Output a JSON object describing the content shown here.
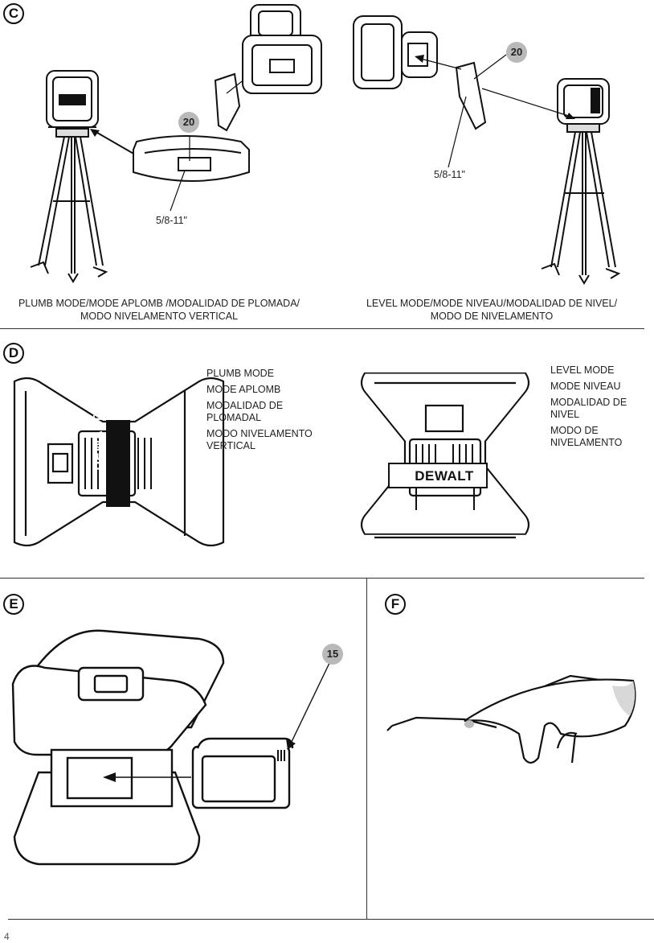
{
  "sections": {
    "c": {
      "badge": "C",
      "callout_left": "20",
      "callout_right": "20",
      "thread_left": "5/8-11\"",
      "thread_right": "5/8-11\"",
      "caption_left": [
        "PLUMB MODE/MODE APLOMB /MODALIDAD DE PLOMADA/",
        "MODO NIVELAMENTO VERTICAL"
      ],
      "caption_right": [
        "LEVEL MODE/MODE NIVEAU/MODALIDAD DE NIVEL/",
        "MODO DE NIVELAMENTO"
      ]
    },
    "d": {
      "badge": "D",
      "plumb_modes": [
        "PLUMB MODE",
        "MODE APLOMB",
        "MODALIDAD DE PLOMADAL",
        "MODO NIVELAMENTO VERTICAL"
      ],
      "level_modes": [
        "LEVEL MODE",
        "MODE NIVEAU",
        "MODALIDAD DE NIVEL",
        "MODO DE NIVELAMENTO"
      ],
      "brand": "DEWALT"
    },
    "e": {
      "badge": "E",
      "callout": "15"
    },
    "f": {
      "badge": "F"
    }
  },
  "footer": {
    "page_number": "4"
  }
}
